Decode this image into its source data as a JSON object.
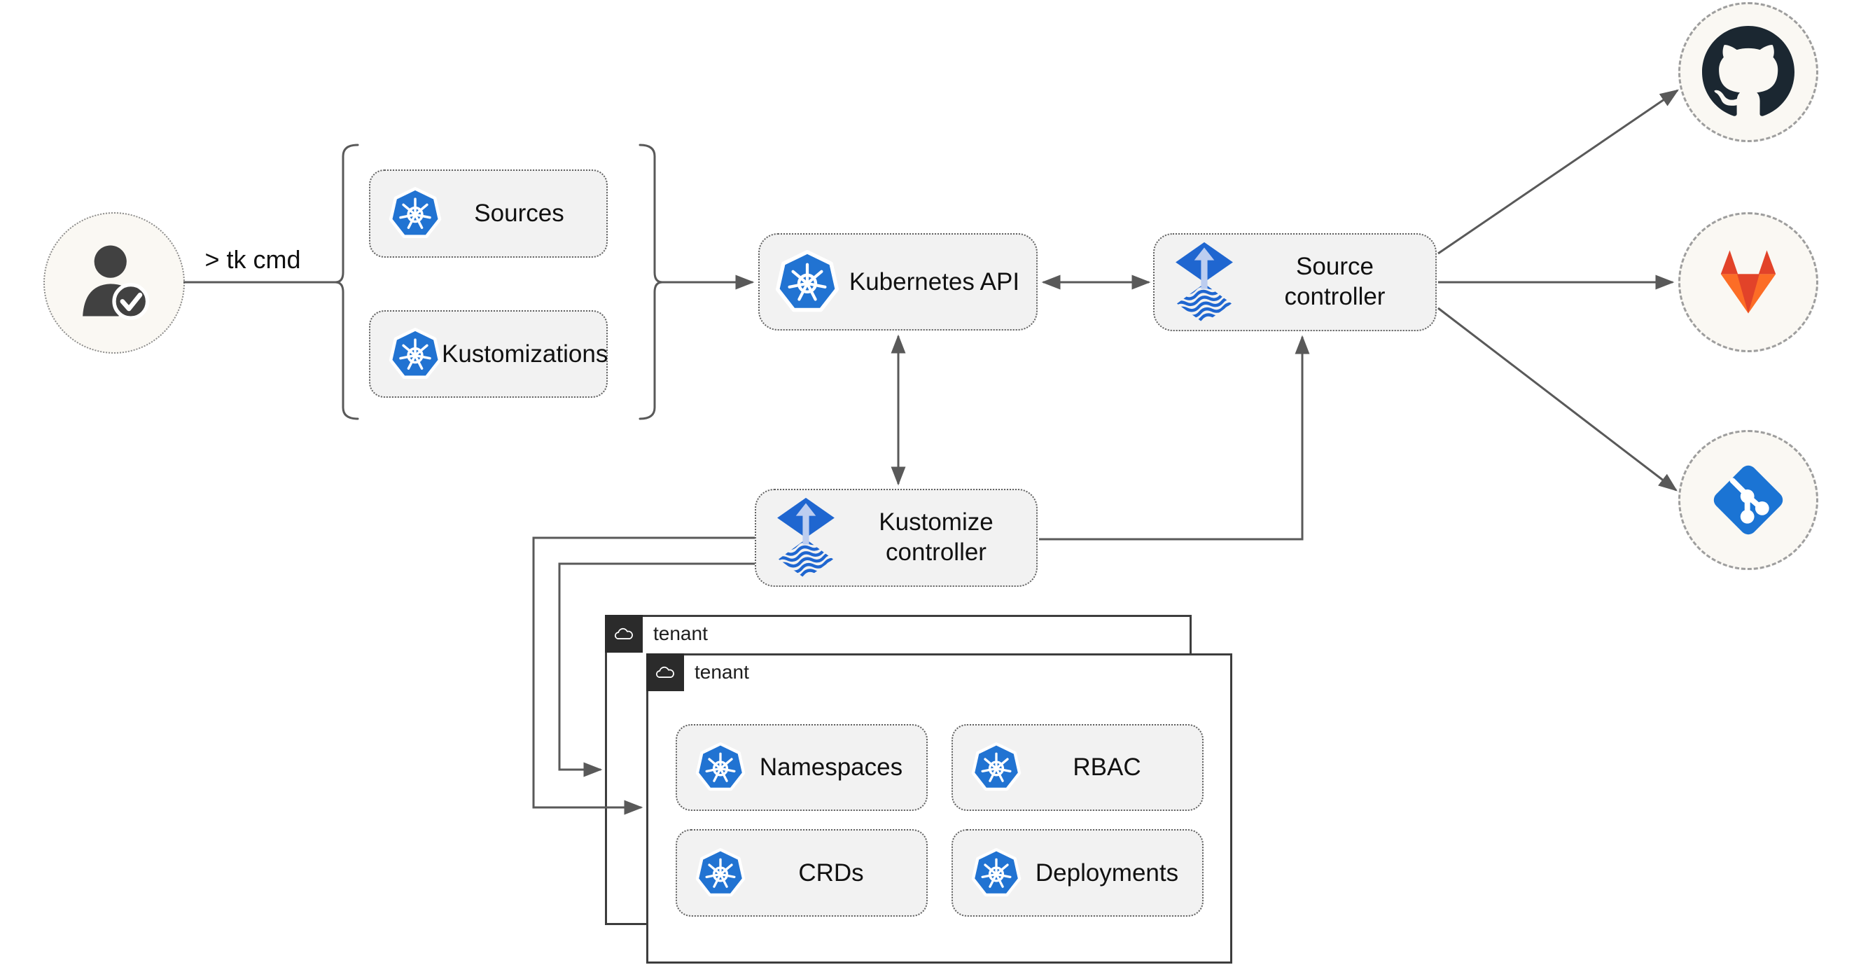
{
  "colors": {
    "line_gray": "#595959",
    "box_fill": "#f2f2f2",
    "box_border": "#616161",
    "k8s_blue": "#2173d2",
    "flux_blue": "#1f66d0",
    "flux_arrow_light": "#bccdf0",
    "github_dark": "#1b2731",
    "gitlab_red": "#e24329",
    "gitlab_orange": "#fc6d26",
    "git_blue": "#1b74d4",
    "window_border": "#3d3d3d",
    "tab_bg": "#2b2b2b",
    "circle_fill": "#faf8f3",
    "person_gray": "#414141",
    "text": "#111111"
  },
  "user": {
    "cli_label": "> tk cmd"
  },
  "toolkit_group": {
    "sources": "Sources",
    "kustomizations": "Kustomizations"
  },
  "cluster": {
    "kubernetes_api": "Kubernetes API",
    "source_controller": "Source controller",
    "kustomize_controller": "Kustomize controller"
  },
  "tenants": {
    "back_title": "tenant",
    "front_title": "tenant",
    "resources": {
      "namespaces": "Namespaces",
      "rbac": "RBAC",
      "crds": "CRDs",
      "deployments": "Deployments"
    }
  },
  "icons": {
    "user": "user-check-icon",
    "kubernetes": "kubernetes-icon",
    "flux": "flux-controller-icon",
    "cloud": "cloud-icon",
    "github": "github-icon",
    "gitlab": "gitlab-icon",
    "git": "git-icon"
  }
}
